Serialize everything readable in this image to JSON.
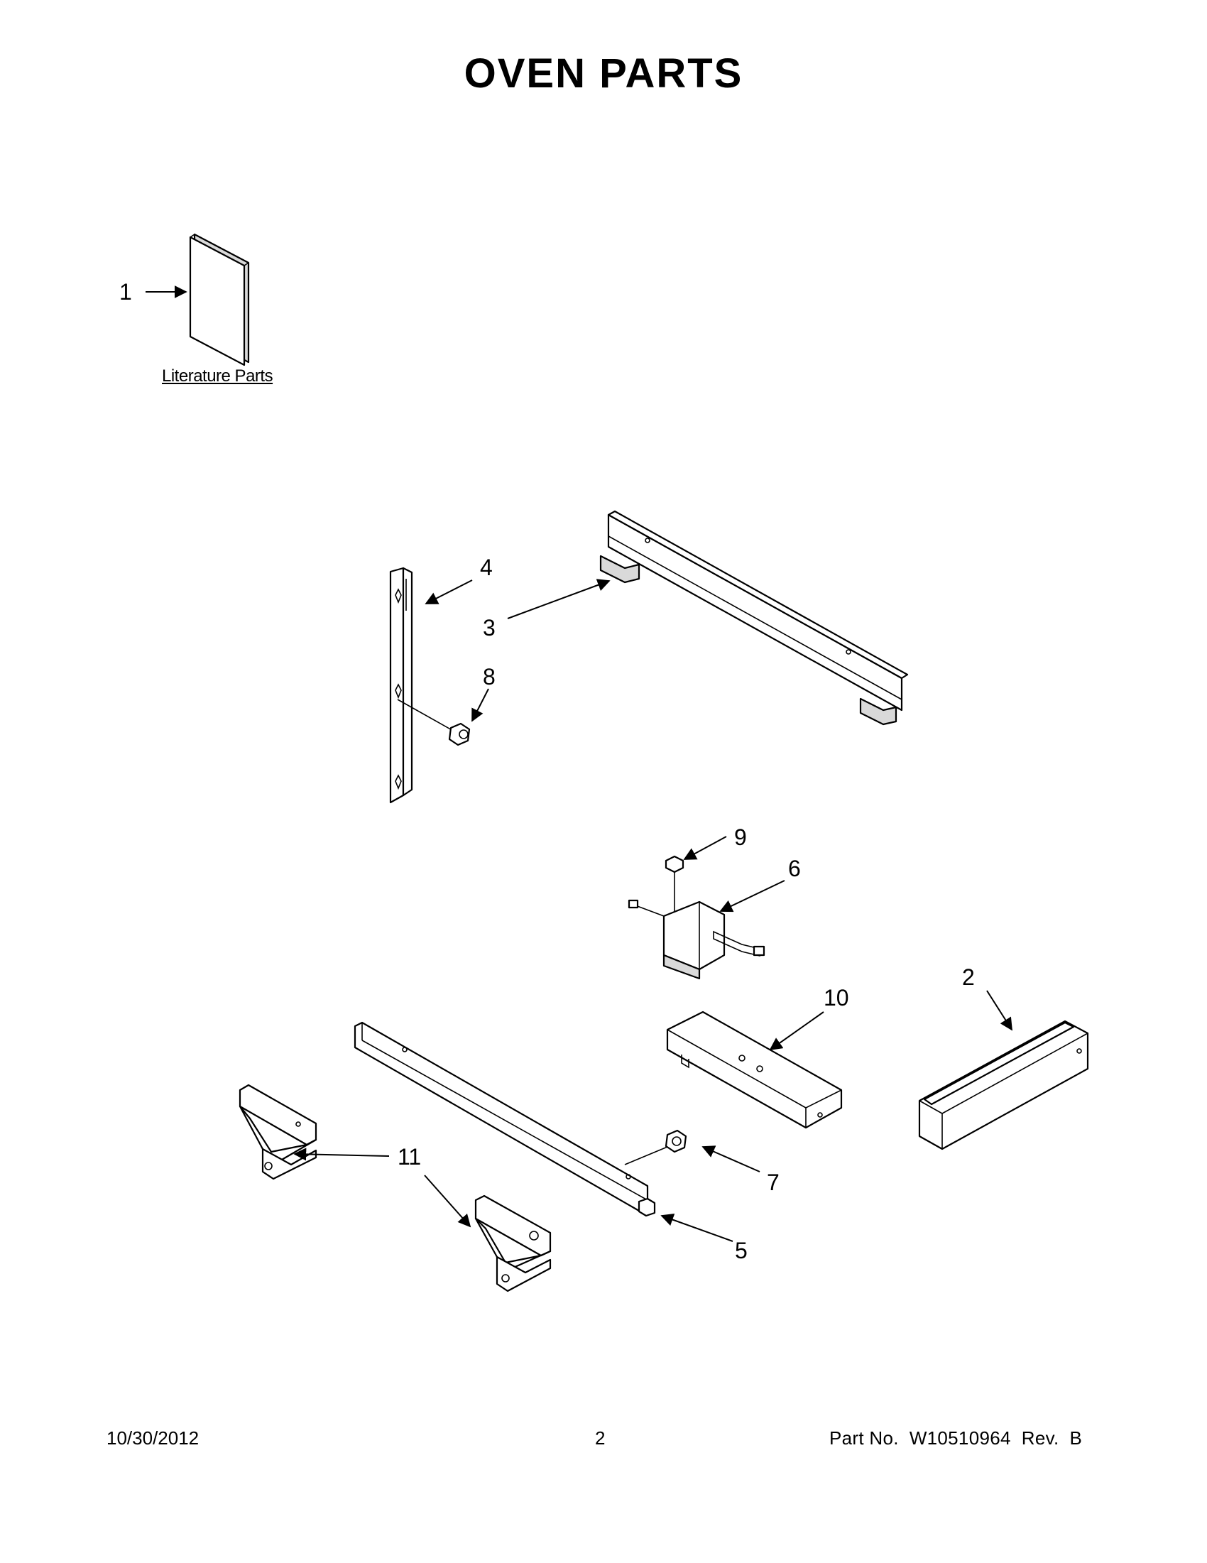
{
  "header": {
    "title": "OVEN PARTS"
  },
  "sections": {
    "literature_label": "Literature Parts"
  },
  "callouts": {
    "p1": "1",
    "p2": "2",
    "p3": "3",
    "p4": "4",
    "p5": "5",
    "p6": "6",
    "p7": "7",
    "p8": "8",
    "p9": "9",
    "p10": "10",
    "p11": "11"
  },
  "footer": {
    "date": "10/30/2012",
    "page": "2",
    "part_number": "Part No.  W10510964  Rev.  B"
  }
}
